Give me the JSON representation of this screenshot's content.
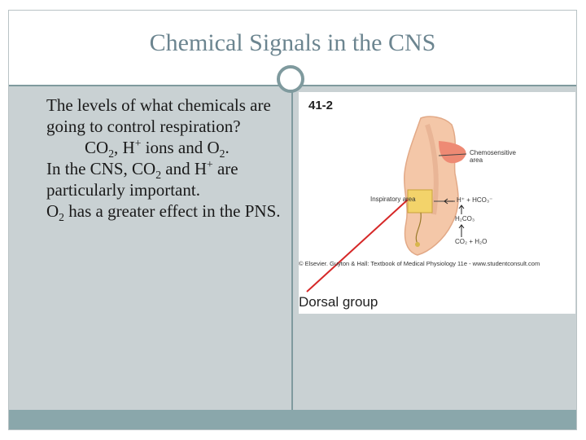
{
  "slide": {
    "title": "Chemical Signals in the CNS",
    "bullet_marker": "\u0000",
    "bullets": [
      {
        "text": "The levels of what chemicals are going to control respiration?"
      },
      {
        "text_pre": "CO",
        "sub1": "2",
        "text_mid": ", H",
        "sup1": "+",
        "text_mid2": " ions and O",
        "sub2": "2",
        "text_end": "."
      },
      {
        "text_pre": "In the CNS, CO",
        "sub1": "2",
        "text_mid": " and H",
        "sup1": "+",
        "text_end": " are particularly important."
      },
      {
        "text_pre": "O",
        "sub1": "2",
        "text_end": " has a greater effect in the PNS."
      }
    ]
  },
  "figure": {
    "number": "41-2",
    "labels": {
      "chemosensitive": "Chemosensitive area",
      "inspiratory": "Inspiratory area",
      "h_hco3": "H⁺ + HCO₃⁻",
      "h2co3": "H₂CO₃",
      "co2_h2o": "CO₂ + H₂O"
    },
    "credit": "© Elsevier. Guyton & Hall: Textbook of Medical Physiology 11e - www.studentconsult.com",
    "caption": "Dorsal group"
  }
}
